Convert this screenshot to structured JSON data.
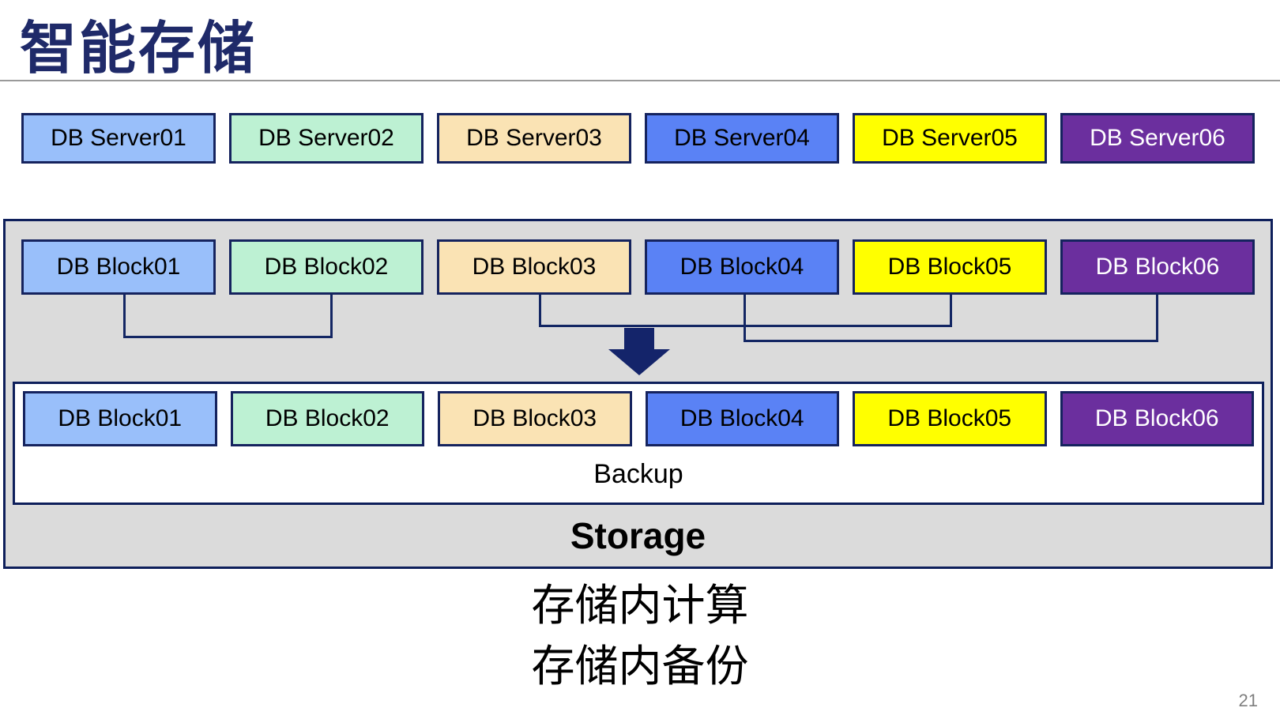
{
  "slide": {
    "title": "智能存储",
    "page_number": "21"
  },
  "servers": [
    {
      "label": "DB Server01",
      "fill": "#99BFFA",
      "text": "#000000"
    },
    {
      "label": "DB Server02",
      "fill": "#BDF1D3",
      "text": "#000000"
    },
    {
      "label": "DB Server03",
      "fill": "#FAE3B4",
      "text": "#000000"
    },
    {
      "label": "DB Server04",
      "fill": "#5A82F5",
      "text": "#000000"
    },
    {
      "label": "DB Server05",
      "fill": "#FFFF00",
      "text": "#000000"
    },
    {
      "label": "DB Server06",
      "fill": "#6B2F9E",
      "text": "#FFFFFF"
    }
  ],
  "storage_panel": {
    "blocks_top": [
      {
        "label": "DB Block01",
        "fill": "#99BFFA",
        "text": "#000000"
      },
      {
        "label": "DB Block02",
        "fill": "#BDF1D3",
        "text": "#000000"
      },
      {
        "label": "DB Block03",
        "fill": "#FAE3B4",
        "text": "#000000"
      },
      {
        "label": "DB Block04",
        "fill": "#5A82F5",
        "text": "#000000"
      },
      {
        "label": "DB Block05",
        "fill": "#FFFF00",
        "text": "#000000"
      },
      {
        "label": "DB Block06",
        "fill": "#6B2F9E",
        "text": "#FFFFFF"
      }
    ],
    "blocks_bottom": [
      {
        "label": "DB Block01",
        "fill": "#99BFFA",
        "text": "#000000"
      },
      {
        "label": "DB Block02",
        "fill": "#BDF1D3",
        "text": "#000000"
      },
      {
        "label": "DB Block03",
        "fill": "#FAE3B4",
        "text": "#000000"
      },
      {
        "label": "DB Block04",
        "fill": "#5A82F5",
        "text": "#000000"
      },
      {
        "label": "DB Block05",
        "fill": "#FFFF00",
        "text": "#000000"
      },
      {
        "label": "DB Block06",
        "fill": "#6B2F9E",
        "text": "#FFFFFF"
      }
    ],
    "backup_label": "Backup",
    "storage_label": "Storage"
  },
  "caption": {
    "line1": "存储内计算",
    "line2": "存储内备份"
  },
  "colors": {
    "title_navy": "#1F2A69",
    "border_navy": "#15235E",
    "connector_navy": "#132663",
    "arrow_navy": "#14246A",
    "panel_gray": "#DBDBDB",
    "rule_gray": "#9A9A9A",
    "page_number_gray": "#7F7F7F"
  }
}
